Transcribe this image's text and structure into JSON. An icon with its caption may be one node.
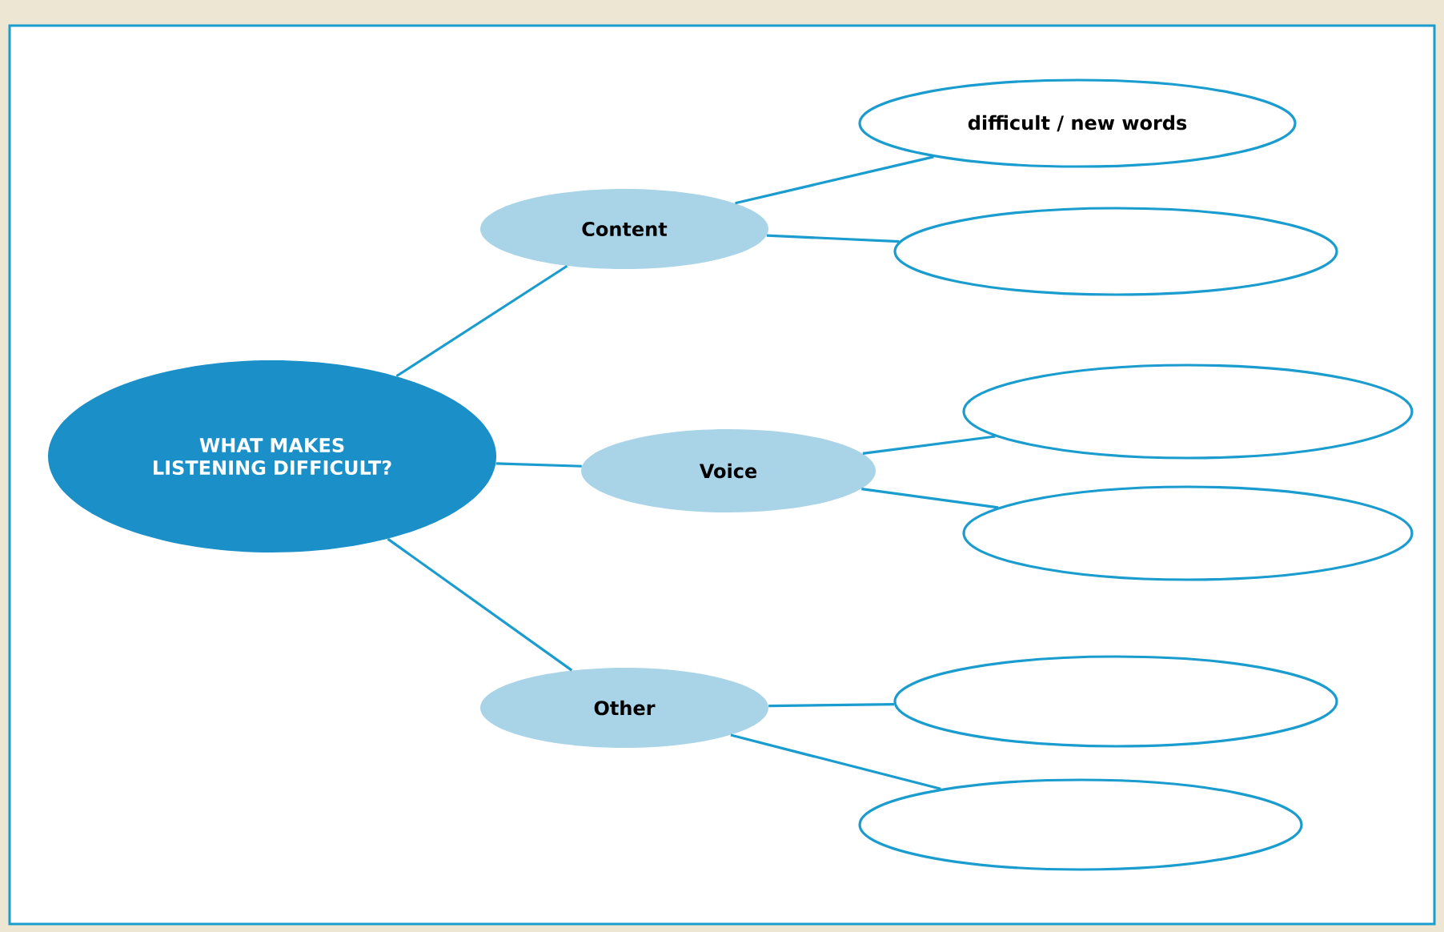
{
  "diagram": {
    "nodes": [
      {
        "text": [
          "WHAT MAKES LISTENING DIFFICULT?"
        ]
      },
      {
        "text": [
          "Content"
        ]
      },
      {
        "text": [
          "difficult / new words"
        ]
      },
      {
        "text": [],
        "shape": "ellipse"
      },
      {
        "text": [
          "Voice"
        ]
      },
      {
        "text": [],
        "shape": "ellipse"
      },
      {
        "text": [],
        "shape": "ellipse"
      },
      {
        "text": [
          "Other"
        ]
      },
      {
        "text": [],
        "shape": "ellipse"
      },
      {
        "text": [],
        "shape": "ellipse"
      }
    ],
    "edges": [
      {
        "from": 0,
        "to": 1,
        "arrow": "none"
      },
      {
        "from": 1,
        "to": 2,
        "arrow": "none"
      },
      {
        "from": 1,
        "to": 3,
        "arrow": "none"
      },
      {
        "from": 0,
        "to": 4,
        "arrow": "none"
      },
      {
        "from": 4,
        "to": 5,
        "arrow": "none"
      },
      {
        "from": 4,
        "to": 6,
        "arrow": "none"
      },
      {
        "from": 0,
        "to": 7,
        "arrow": "none"
      },
      {
        "from": 7,
        "to": 8,
        "arrow": "none"
      },
      {
        "from": 7,
        "to": 9,
        "arrow": "none"
      }
    ]
  }
}
